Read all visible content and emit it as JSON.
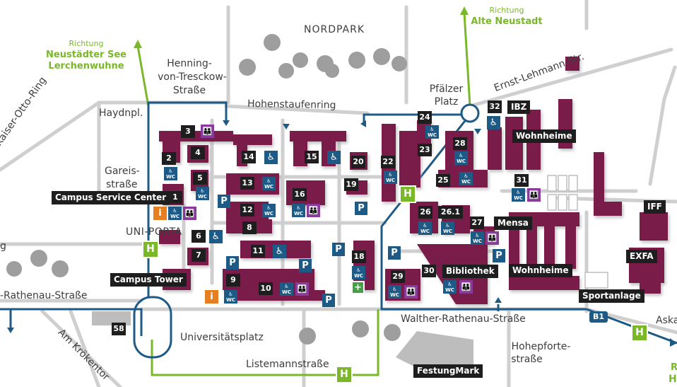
{
  "labels": {
    "nordpark": "NORDPARK",
    "henning": "Henning-",
    "von_tresckow": "von-Tresckow-",
    "strasse_henning": "Straße",
    "hohenstaufenring": "Hohenstaufenring",
    "haydnpl": "Haydnpl.",
    "kaiser_otto_ring": "Kaiser-Otto-Ring",
    "gareis": "Gareis-",
    "gareis2": "straße",
    "uniporta": "UNI-PORTA",
    "g_fragment": "g",
    "rathenau_left": "-Rathenau-Straße",
    "am_kroekentor": "Am Krökentor",
    "universitaetsplatz": "Universitätsplatz",
    "listemannstrasse": "Listemannstraße",
    "walther_rathenau": "Walther-Rathenau-Straße",
    "hohepforte1": "Hohepforte-",
    "hohepforte2": "straße",
    "pfaelzer1": "Pfälzer",
    "pfaelzer2": "Platz",
    "ernst_lehmann": "Ernst-Lehmann-Str.",
    "aska": "Aska",
    "h_fragment": "H"
  },
  "directions": {
    "left": {
      "prefix": "Richtung",
      "line1": "Neustädter See",
      "line2": "Lerchenwuhne"
    },
    "top": {
      "prefix": "Richtung",
      "line1": "Alte Neustadt"
    },
    "right_fragment": "R"
  },
  "named_buildings": {
    "campus_service_center": "Campus Service Center",
    "campus_tower": "Campus Tower",
    "bibliothek": "Bibliothek",
    "mensa": "Mensa",
    "wohnheime1": "Wohnheime",
    "wohnheime2": "Wohnheime",
    "sportanlage": "Sportanlage",
    "festungmark": "FestungMark",
    "ibz": "IBZ",
    "iff": "IFF",
    "exfa": "EXFA"
  },
  "building_numbers": {
    "b1": "1",
    "b2": "2",
    "b3": "3",
    "b4": "4",
    "b5": "5",
    "b6": "6",
    "b7": "7",
    "b8": "8",
    "b9": "9",
    "b10": "10",
    "b11": "11",
    "b12": "12",
    "b13": "13",
    "b14": "14",
    "b15": "15",
    "b16": "16",
    "b18": "18",
    "b19": "19",
    "b20": "20",
    "b22": "22",
    "b23": "23",
    "b24": "24",
    "b25": "25",
    "b26": "26",
    "b26_1": "26.1",
    "b27": "27",
    "b28": "28",
    "b29": "29",
    "b30": "30",
    "b31": "31",
    "b32": "32",
    "b58": "58"
  },
  "symbols": {
    "parking": "P",
    "stop": "H",
    "info": "i",
    "wc": "WC",
    "bus_line": "B1"
  },
  "colors": {
    "building": "#7a1a48",
    "route": "#1e5a86",
    "green": "#7ab829",
    "road": "#cfcfcf",
    "label_bg": "#1e1e1e"
  }
}
